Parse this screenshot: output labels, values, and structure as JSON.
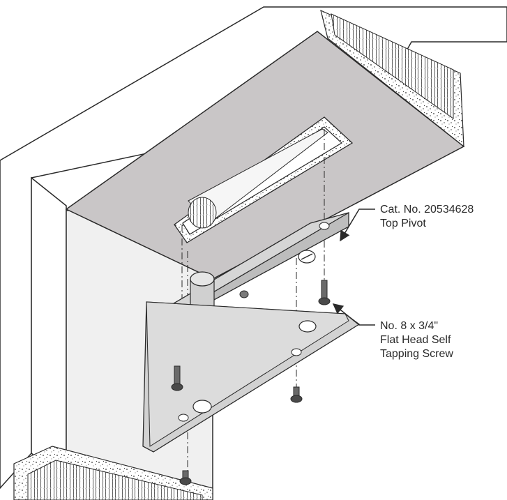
{
  "callouts": {
    "top_pivot": {
      "line1": "Cat. No. 20534628",
      "line2": "Top Pivot"
    },
    "screw": {
      "line1": "No. 8 x 3/4\"",
      "line2": "Flat Head Self",
      "line3": "Tapping Screw"
    }
  },
  "colors": {
    "frame_face": "#ffffff",
    "door_soffit": "#c9c6c7",
    "door_edge": "#eeeeee",
    "plate": "#d2d2d2",
    "outline": "#2a2a2a"
  }
}
